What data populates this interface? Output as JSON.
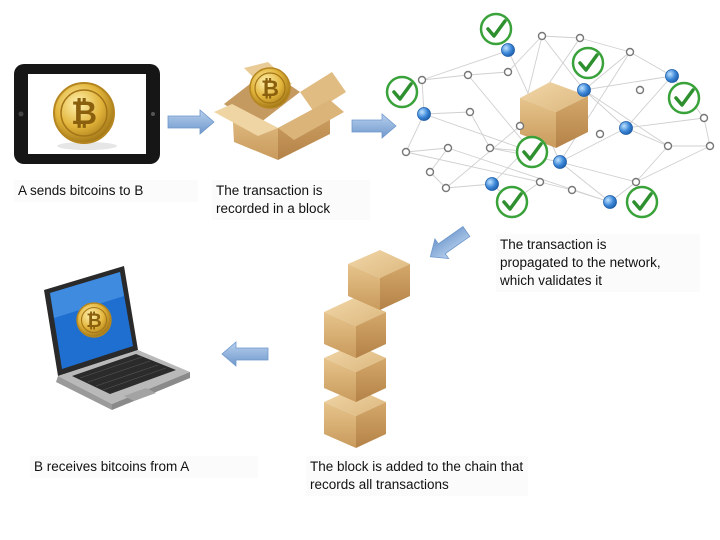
{
  "steps": [
    {
      "caption": "A sends bitcoins to B"
    },
    {
      "caption": "The transaction is\nrecorded in a block"
    },
    {
      "caption": "The transaction is\npropagated to the network,\nwhich validates it"
    },
    {
      "caption": "The block is added to the chain that\nrecords all transactions"
    },
    {
      "caption": "B receives bitcoins from A"
    }
  ],
  "coin_symbol": "₿",
  "colors": {
    "coin_gold": "#e2b43a",
    "box_tan": "#d9b47c",
    "arrow_blue": "#8fb3dc",
    "network_blue": "#3b86d8",
    "check_green": "#3aa23a"
  }
}
